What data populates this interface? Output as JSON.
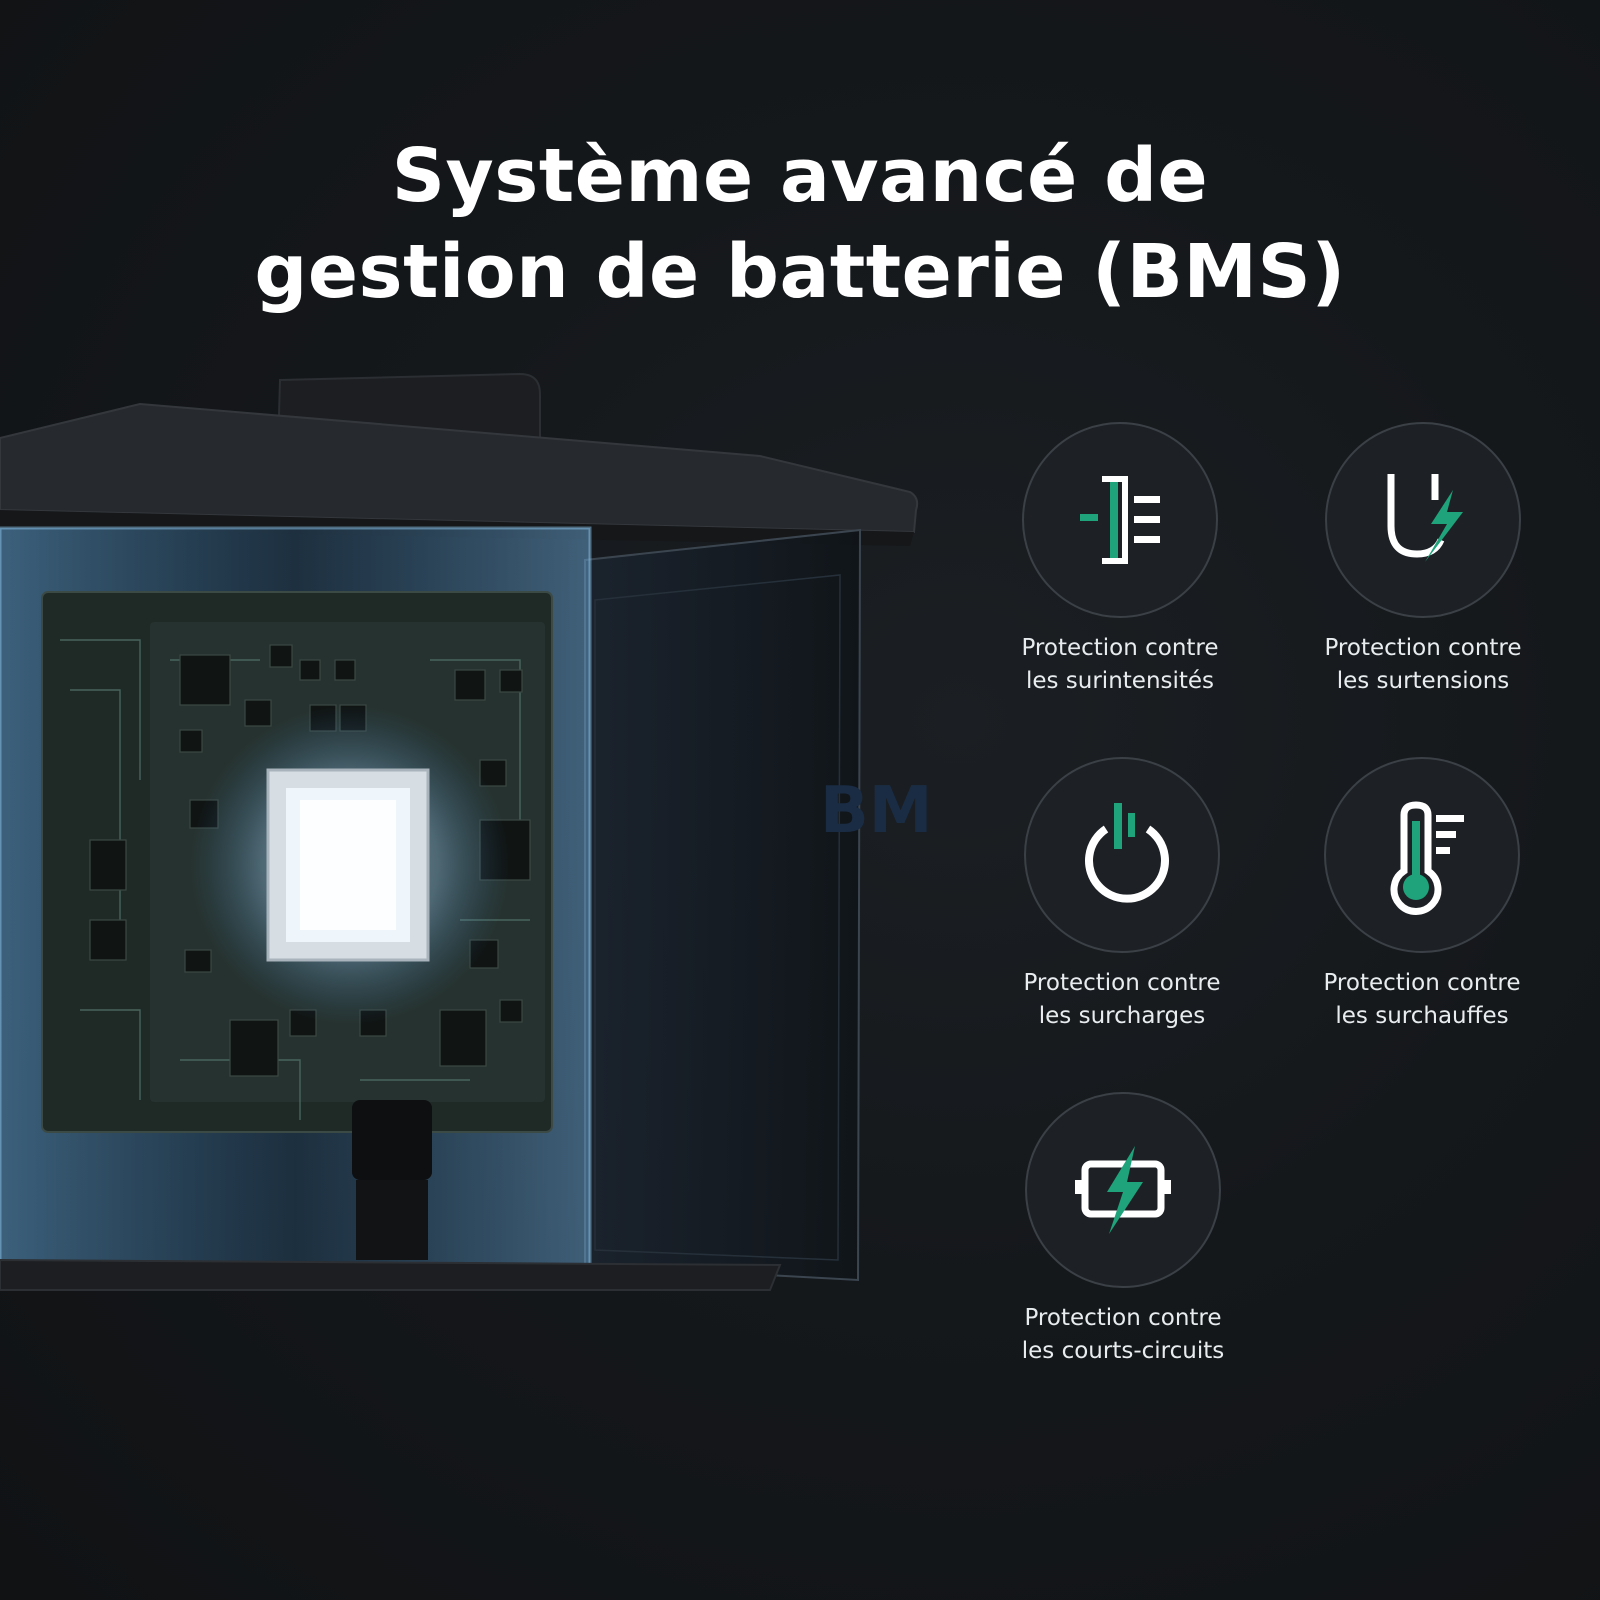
{
  "headline": {
    "line1": "Système avancé de",
    "line2": "gestion de batterie (BMS)"
  },
  "device": {
    "watermark": "BMS"
  },
  "colors": {
    "accent": "#1fa37a",
    "icon_white": "#ffffff",
    "background": "#15181b"
  },
  "features": [
    {
      "icon": "overcurrent-icon",
      "line1": "Protection contre",
      "line2": "les surintensités"
    },
    {
      "icon": "overvoltage-icon",
      "line1": "Protection contre",
      "line2": "les surtensions"
    },
    {
      "icon": "power-icon",
      "line1": "Protection contre",
      "line2": "les surcharges"
    },
    {
      "icon": "thermometer-icon",
      "line1": "Protection contre",
      "line2": "les surchauffes"
    },
    {
      "icon": "battery-bolt-icon",
      "line1": "Protection contre",
      "line2": "les courts-circuits"
    }
  ]
}
